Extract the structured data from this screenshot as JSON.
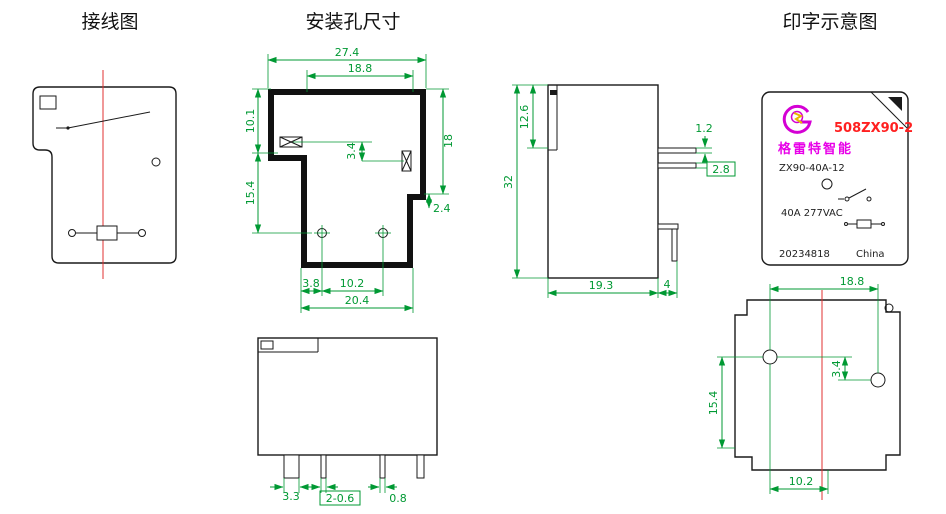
{
  "titles": {
    "wiring": "接线图",
    "mounting_holes": "安装孔尺寸",
    "marking": "印字示意图"
  },
  "label": {
    "model": "508ZX90-2",
    "brand": "格雷特智能",
    "part_number": "ZX90-40A-12",
    "rating": "40A 277VAC",
    "date_code": "20234818",
    "origin": "China"
  },
  "dims": {
    "mounting": {
      "overall_width": "27.4",
      "inner_width": "18.8",
      "upper_left_height": "10.1",
      "slot_offset": "3.4",
      "right_height": "18",
      "lower_left_height": "15.4",
      "right_step": "2.4",
      "hole_edge_offset": "3.8",
      "hole_pitch": "10.2",
      "bottom_width": "20.4"
    },
    "side": {
      "upper_height": "12.6",
      "total_height": "32",
      "pin_thickness": "1.2",
      "pin_width": "2.8",
      "body_depth": "19.3",
      "pin_offset": "4"
    },
    "front": {
      "left_pin_width": "3.3",
      "thin_pins": "2-0.6",
      "mid_pin_width": "0.8"
    },
    "bottom": {
      "hole_span": "18.8",
      "hole_vertical_offset": "3.4",
      "hole_edge_height": "15.4",
      "hole_center_offset": "10.2"
    }
  },
  "colors": {
    "dimension_green": "#009933",
    "centerline_red": "#e03030",
    "outline_black": "#1a1a1a",
    "brand_magenta": "#e800e8",
    "model_red": "#ff2020",
    "logo_yellow": "#e8b800"
  }
}
